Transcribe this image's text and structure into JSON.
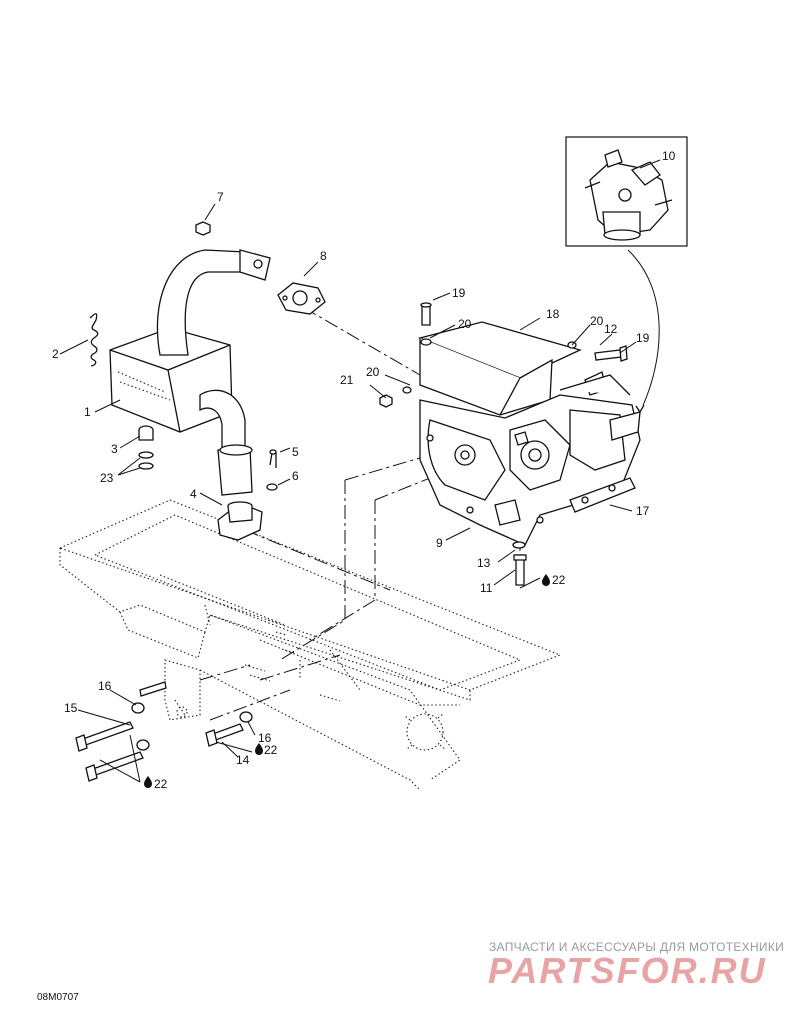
{
  "callouts": [
    {
      "id": "c1",
      "label": "1"
    },
    {
      "id": "c2",
      "label": "2"
    },
    {
      "id": "c3",
      "label": "3"
    },
    {
      "id": "c4",
      "label": "4"
    },
    {
      "id": "c5",
      "label": "5"
    },
    {
      "id": "c6",
      "label": "6"
    },
    {
      "id": "c7",
      "label": "7"
    },
    {
      "id": "c8",
      "label": "8"
    },
    {
      "id": "c9",
      "label": "9"
    },
    {
      "id": "c10",
      "label": "10"
    },
    {
      "id": "c11",
      "label": "11"
    },
    {
      "id": "c12",
      "label": "12"
    },
    {
      "id": "c13",
      "label": "13"
    },
    {
      "id": "c14",
      "label": "14"
    },
    {
      "id": "c15",
      "label": "15"
    },
    {
      "id": "c16a",
      "label": "16"
    },
    {
      "id": "c16b",
      "label": "16"
    },
    {
      "id": "c17",
      "label": "17"
    },
    {
      "id": "c18",
      "label": "18"
    },
    {
      "id": "c19a",
      "label": "19"
    },
    {
      "id": "c19b",
      "label": "19"
    },
    {
      "id": "c20a",
      "label": "20"
    },
    {
      "id": "c20b",
      "label": "20"
    },
    {
      "id": "c20c",
      "label": "20"
    },
    {
      "id": "c21",
      "label": "21"
    },
    {
      "id": "c22a",
      "label": "22"
    },
    {
      "id": "c22b",
      "label": "22"
    },
    {
      "id": "c22c",
      "label": "22"
    },
    {
      "id": "c23",
      "label": "23"
    }
  ],
  "figure_code": "08M0707",
  "watermark": {
    "subtitle": "ЗАПЧАСТИ И АКСЕССУАРЫ ДЛЯ МОТОТЕХНИКИ",
    "brand": "PARTSFOR.RU"
  }
}
